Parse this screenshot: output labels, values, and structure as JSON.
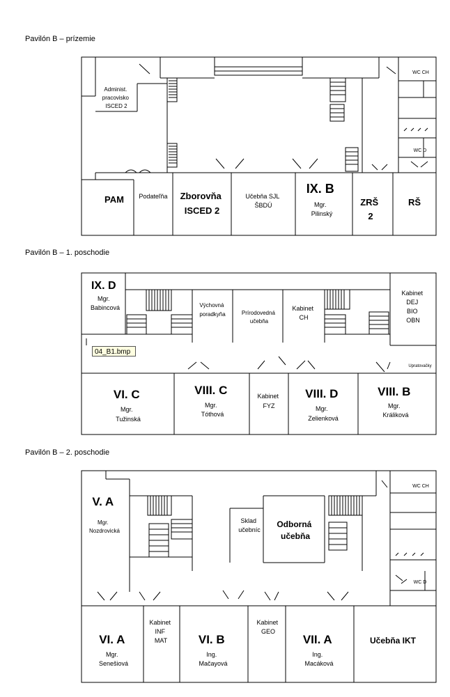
{
  "floors": [
    {
      "title": "Pavilón B – prízemie",
      "rooms": [
        {
          "id": "administ",
          "lines": [
            "Administ.",
            "pracovisko",
            "ISCED 2"
          ]
        },
        {
          "id": "wcch",
          "lines": [
            "WC CH"
          ]
        },
        {
          "id": "wcd",
          "lines": [
            "WC D"
          ]
        },
        {
          "id": "pam",
          "lines": [
            "PAM"
          ]
        },
        {
          "id": "podatelna",
          "lines": [
            "Podateľňa"
          ]
        },
        {
          "id": "zborovna",
          "lines": [
            "Zborovňa",
            "ISCED 2"
          ]
        },
        {
          "id": "ucebna-sjl",
          "lines": [
            "Učebňa SJL",
            "ŠBDÚ"
          ]
        },
        {
          "id": "ixb",
          "lines": [
            "IX. B",
            "Mgr.",
            "Pilinský"
          ]
        },
        {
          "id": "zrs2",
          "lines": [
            "ZRŠ",
            "2"
          ]
        },
        {
          "id": "rs",
          "lines": [
            "RŠ"
          ]
        }
      ]
    },
    {
      "title": "Pavilón B – 1. poschodie",
      "tooltip": "04_B1.bmp",
      "rooms": [
        {
          "id": "ixd",
          "lines": [
            "IX. D",
            "Mgr.",
            "Babincová"
          ]
        },
        {
          "id": "vychovna",
          "lines": [
            "Výchovná",
            "poradkyňa"
          ]
        },
        {
          "id": "prirodovedna",
          "lines": [
            "Prírodovedná",
            "učebňa"
          ]
        },
        {
          "id": "kabinet-ch",
          "lines": [
            "Kabinet",
            "CH"
          ]
        },
        {
          "id": "kabinet-dej",
          "lines": [
            "Kabinet",
            "DEJ",
            "BIO",
            "OBN"
          ]
        },
        {
          "id": "upratovacky",
          "lines": [
            "Upratovačky"
          ]
        },
        {
          "id": "vic",
          "lines": [
            "VI. C",
            "Mgr.",
            "Tužinská"
          ]
        },
        {
          "id": "viiic",
          "lines": [
            "VIII. C",
            "Mgr.",
            "Tóthová"
          ]
        },
        {
          "id": "kabinet-fyz",
          "lines": [
            "Kabinet",
            "FYZ"
          ]
        },
        {
          "id": "viiid",
          "lines": [
            "VIII. D",
            "Mgr.",
            "Zelienková"
          ]
        },
        {
          "id": "viiib",
          "lines": [
            "VIII. B",
            "Mgr.",
            "Králiková"
          ]
        }
      ]
    },
    {
      "title": "Pavilón B – 2. poschodie",
      "rooms": [
        {
          "id": "va",
          "lines": [
            "V. A",
            "Mgr.",
            "Nozdrovická"
          ]
        },
        {
          "id": "sklad",
          "lines": [
            "Sklad",
            "učebníc"
          ]
        },
        {
          "id": "odborna",
          "lines": [
            "Odborná",
            "učebňa"
          ]
        },
        {
          "id": "wcch2",
          "lines": [
            "WC CH"
          ]
        },
        {
          "id": "wcd2",
          "lines": [
            "WC D"
          ]
        },
        {
          "id": "via",
          "lines": [
            "VI. A",
            "Mgr.",
            "Senešiová"
          ]
        },
        {
          "id": "kabinet-inf",
          "lines": [
            "Kabinet",
            "INF",
            "MAT"
          ]
        },
        {
          "id": "vib",
          "lines": [
            "VI. B",
            "Ing.",
            "Mačayová"
          ]
        },
        {
          "id": "kabinet-geo",
          "lines": [
            "Kabinet",
            "GEO"
          ]
        },
        {
          "id": "viia",
          "lines": [
            "VII. A",
            "Ing.",
            "Macáková"
          ]
        },
        {
          "id": "ucebna-ikt",
          "lines": [
            "Učebňa IKT"
          ]
        }
      ]
    }
  ]
}
